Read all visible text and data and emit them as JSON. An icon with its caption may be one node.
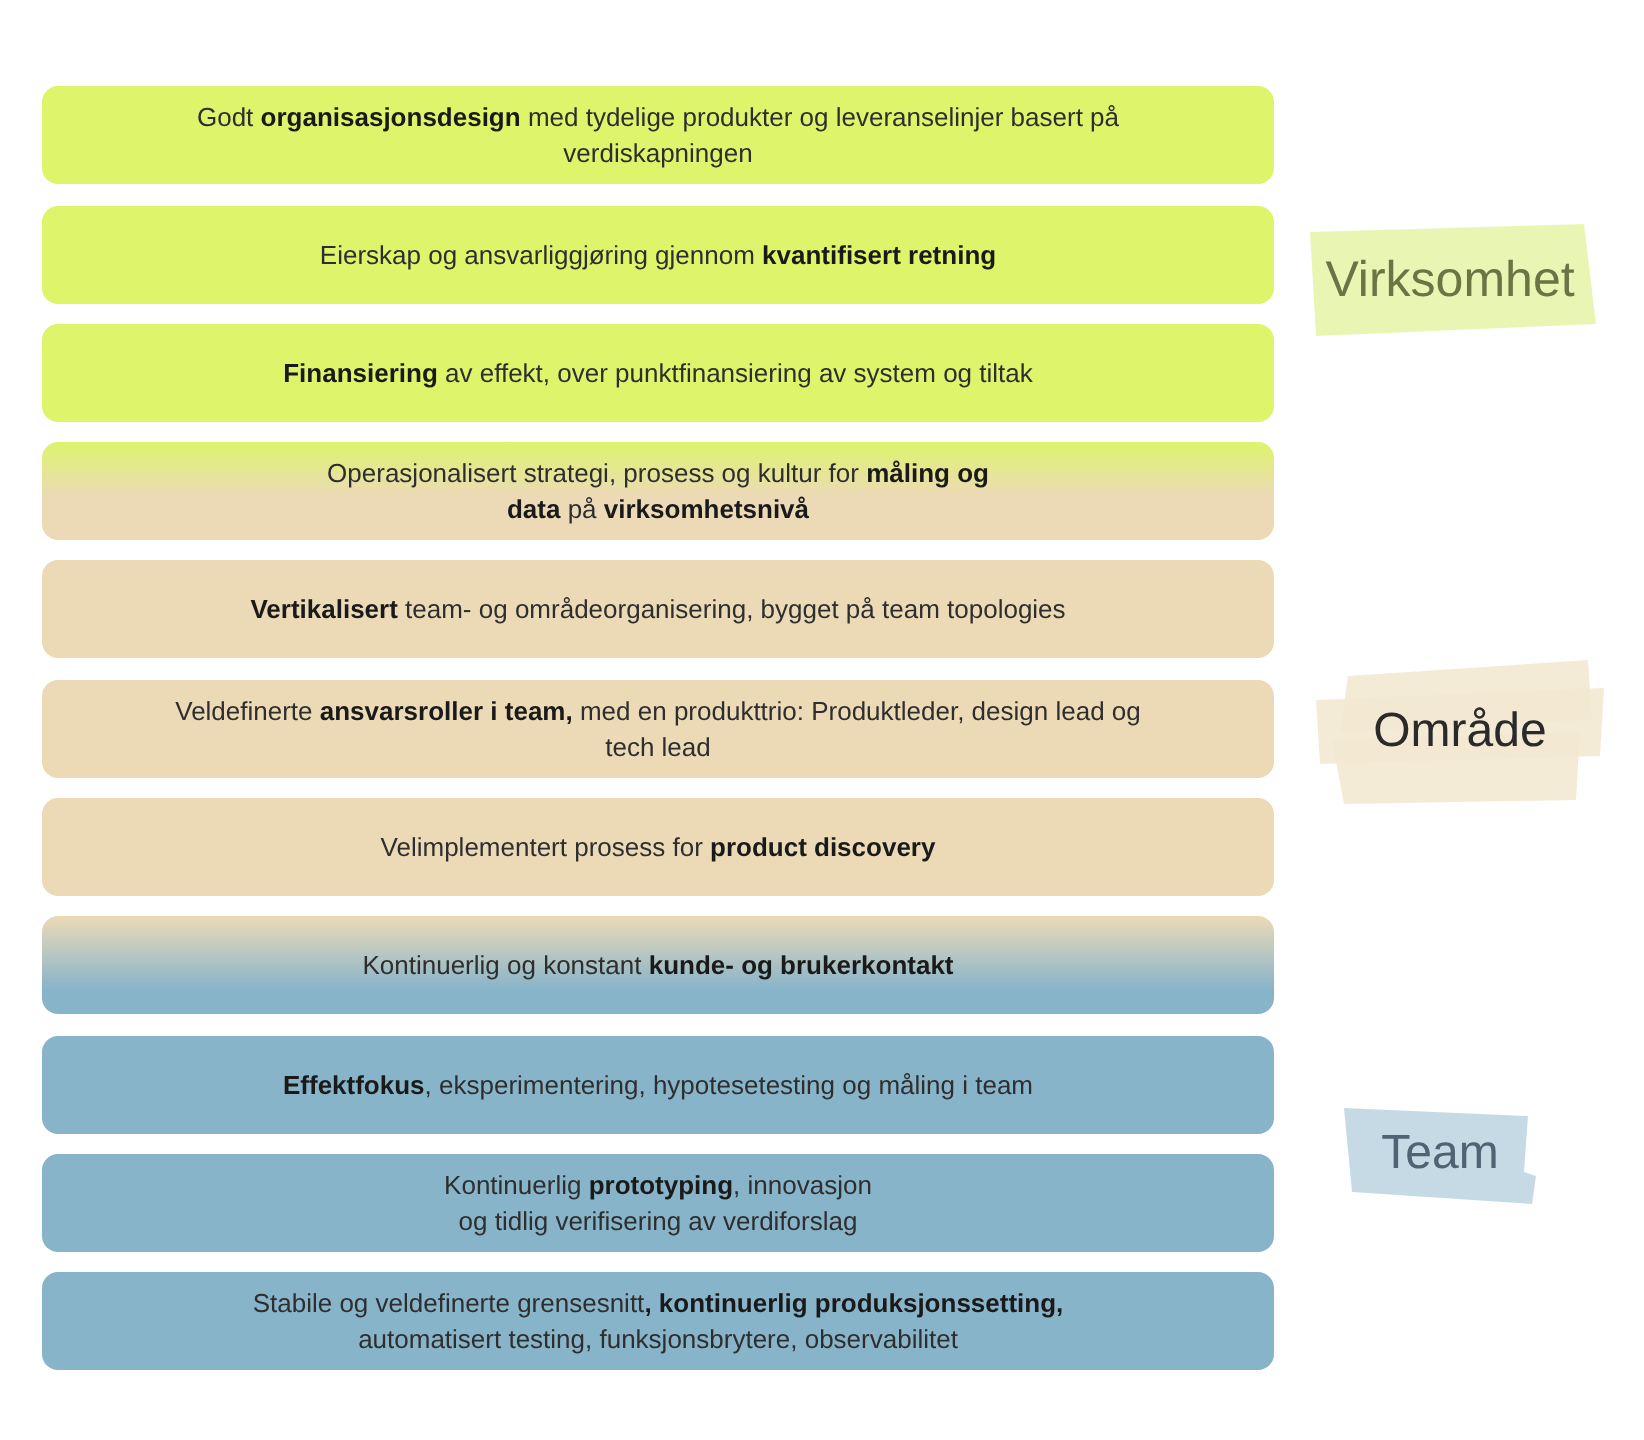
{
  "diagram": {
    "nodes": [
      {
        "text": [
          "Godt **organisasjonsdesign** med tydelige produkter og leveranselinjer basert på verdiskapningen"
        ]
      },
      {
        "text": [
          "Eierskap og ansvarliggjøring gjennom **kvantifisert retning**"
        ]
      },
      {
        "text": [
          "**Finansiering** av effekt, over punktfinansiering av system og tiltak"
        ]
      },
      {
        "text": [
          "Operasjonalisert strategi, prosess og kultur for **måling og data** på **virksomhetsnivå**"
        ]
      },
      {
        "text": [
          "**Vertikalisert** team- og områdeorganisering, bygget på team topologies"
        ]
      },
      {
        "text": [
          "Veldefinerte **ansvarsroller i team,** med en produkttrio: Produktleder, design lead og tech lead"
        ]
      },
      {
        "text": [
          "Velimplementert prosess for **product discovery**"
        ]
      },
      {
        "text": [
          "Kontinuerlig og konstant **kunde- og brukerkontakt**"
        ]
      },
      {
        "text": [
          "**Effektfokus**, eksperimentering, hypotesetesting og måling i team"
        ]
      },
      {
        "text": [
          "Kontinuerlig **prototyping**, innovasjon og tidlig verifisering av verdiforslag"
        ]
      },
      {
        "text": [
          "Stabile og veldefinerte grensesnitt**, kontinuerlig produksjonssetting,** automatisert testing, funksjonsbrytere, observabilitet"
        ]
      },
      {
        "text": [
          "Virksomhet"
        ]
      },
      {
        "text": [
          "Område"
        ]
      },
      {
        "text": [
          "Team"
        ]
      }
    ]
  }
}
